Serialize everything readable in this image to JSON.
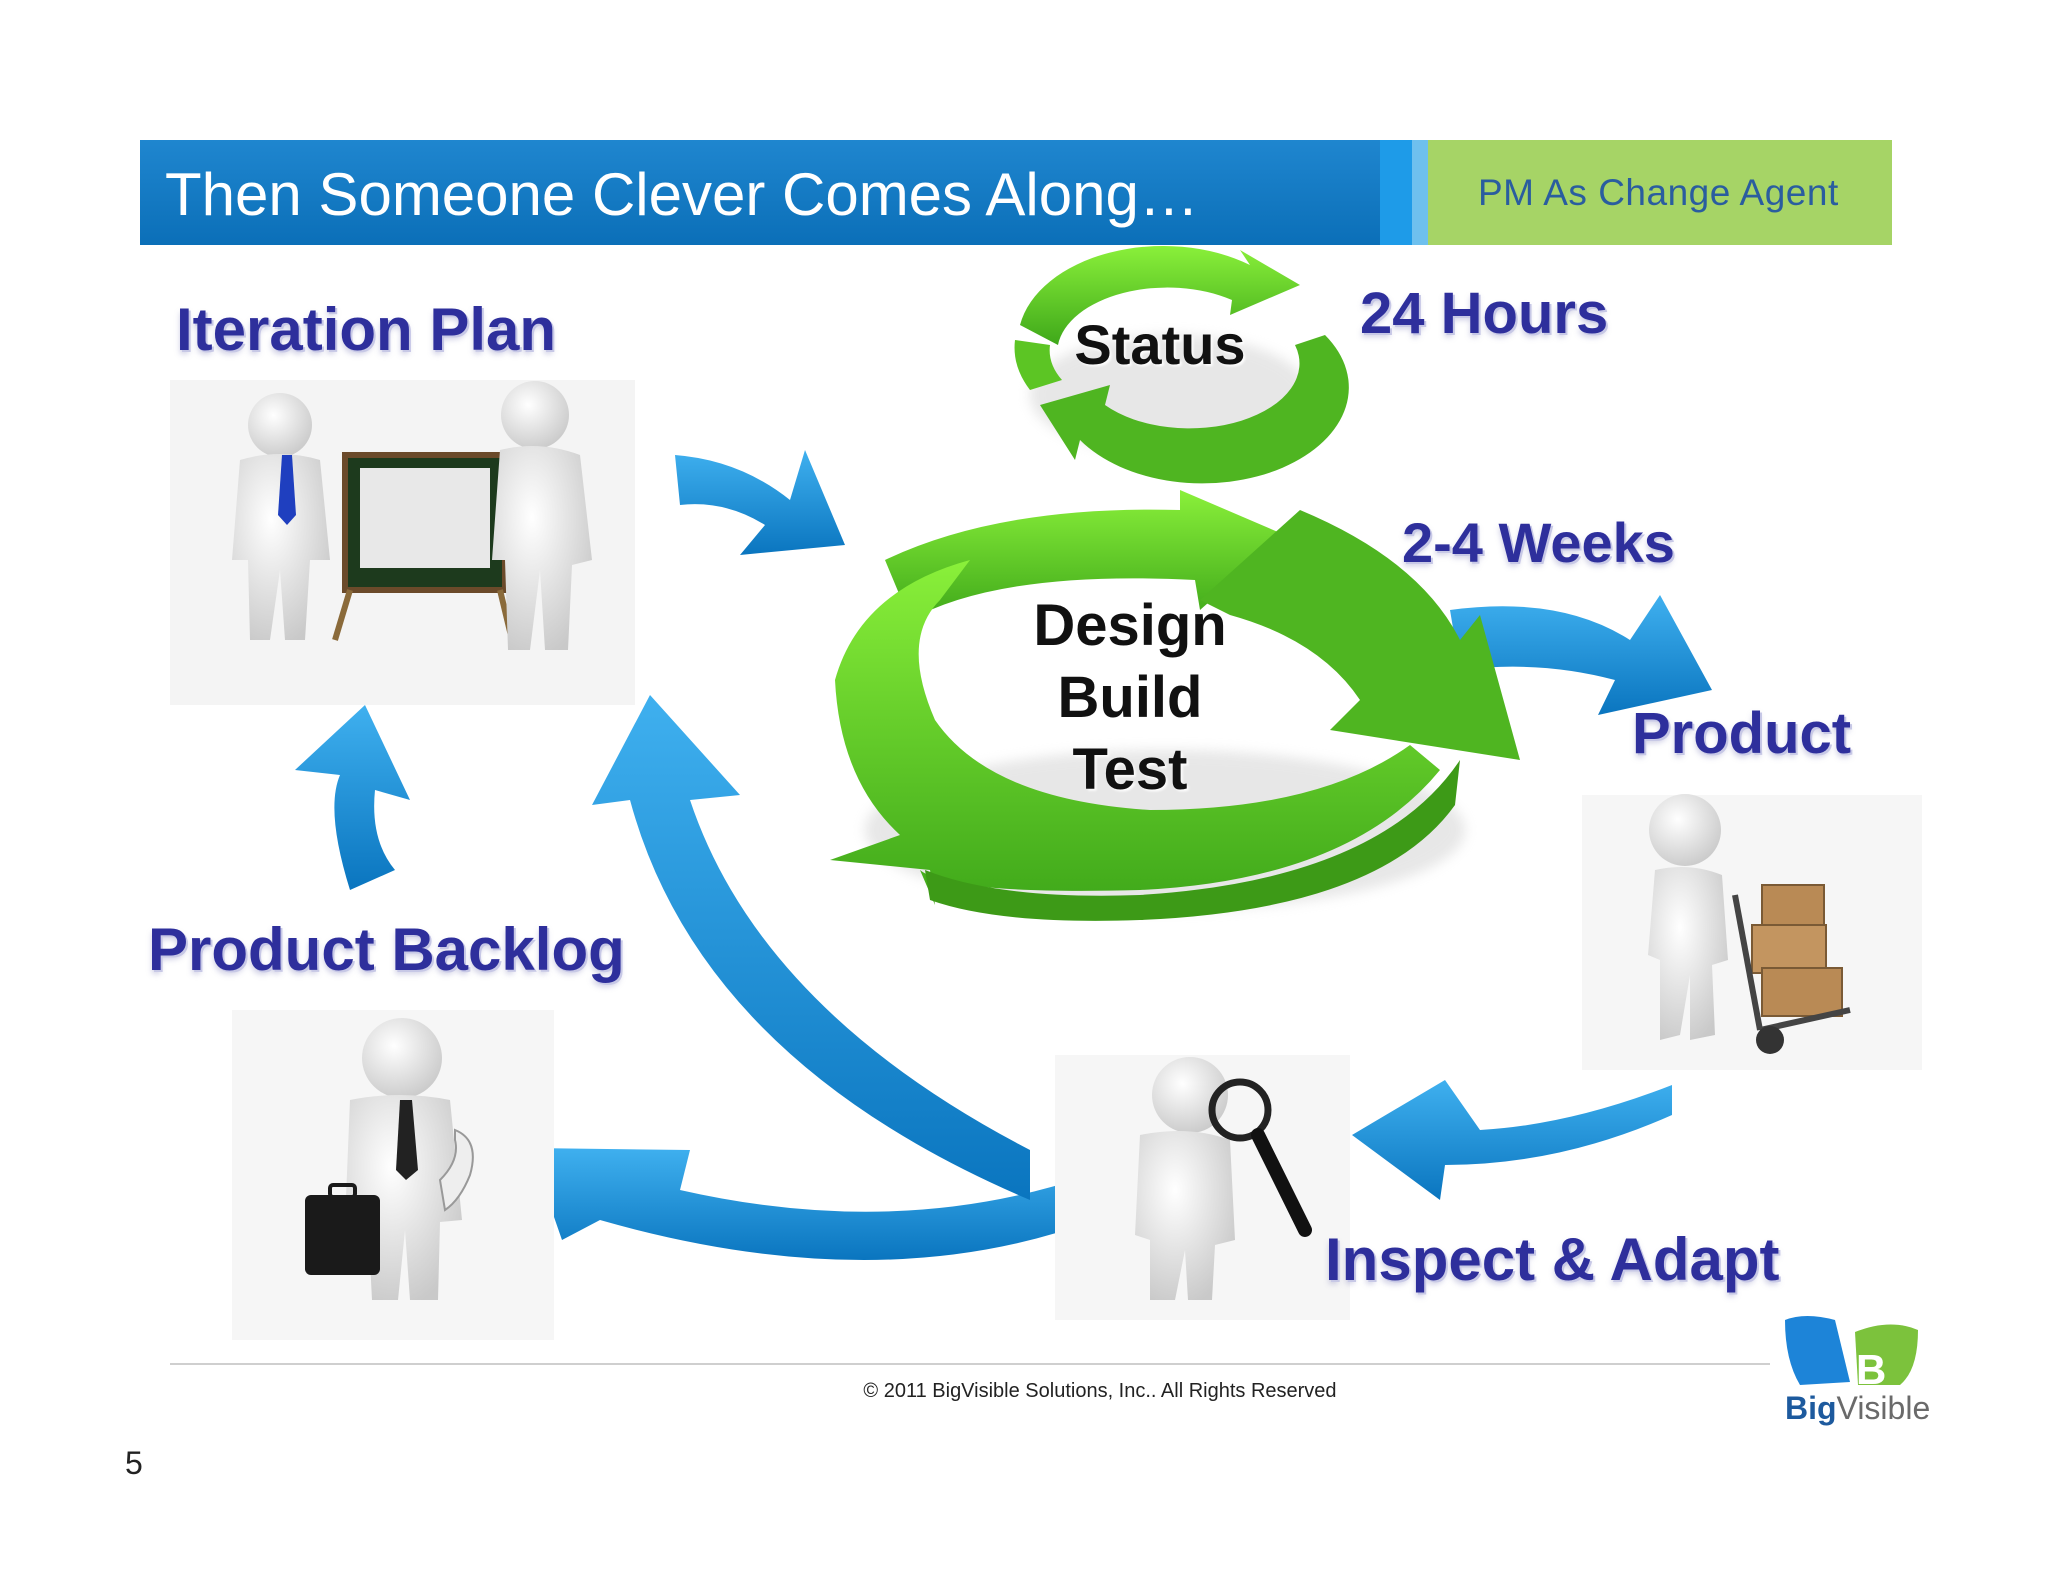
{
  "header": {
    "title": "Then Someone Clever Comes Along…",
    "section": "PM As Change Agent"
  },
  "stages": {
    "iteration_plan": "Iteration Plan",
    "product_backlog": "Product Backlog",
    "daily_cadence": "24 Hours",
    "iteration_cadence": "2-4 Weeks",
    "product": "Product",
    "inspect_adapt": "Inspect & Adapt"
  },
  "cycles": {
    "daily": "Status",
    "iteration_line1": "Design",
    "iteration_line2": "Build",
    "iteration_line3": "Test"
  },
  "footer": {
    "copyright": "© 2011 BigVisible Solutions, Inc.. All Rights Reserved",
    "page_number": "5",
    "logo_bold": "Big",
    "logo_light": "Visible"
  },
  "colors": {
    "header_blue": "#0b6fb8",
    "header_green": "#a6d466",
    "label_navy": "#2e2f9c",
    "arrow_blue": "#1a8fd6",
    "cycle_green": "#6fd81e"
  },
  "icons": [
    "meeting-at-whiteboard-figure",
    "businessman-with-briefcase-figure",
    "inspector-with-magnifier-figure",
    "delivery-figure-with-hand-truck",
    "bigvisible-logo"
  ]
}
